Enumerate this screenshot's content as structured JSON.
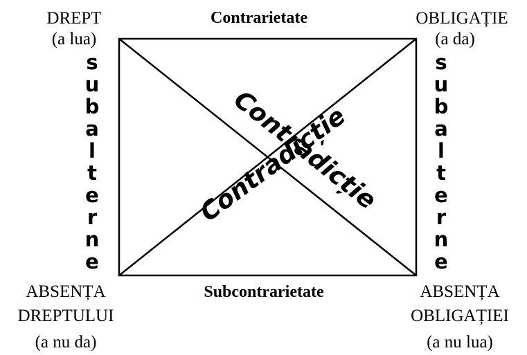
{
  "corners": {
    "top_left": {
      "line1": "DREPT",
      "line2": "(a lua)"
    },
    "top_right": {
      "line1": "OBLIGAȚIE",
      "line2": "(a da)"
    },
    "bottom_left": {
      "line1": "ABSENȚA",
      "line2": "DREPTULUI",
      "line3": "(a nu da)"
    },
    "bottom_right": {
      "line1": "ABSENȚA",
      "line2": "OBLIGAȚIEI",
      "line3": "(a nu lua)"
    }
  },
  "edges": {
    "top": "Contrarietate",
    "bottom": "Subcontrarietate",
    "left": "Subalterne",
    "right": "Subalterne"
  },
  "diagonals": {
    "rising": "Contradicție",
    "falling": "Contradicție"
  }
}
